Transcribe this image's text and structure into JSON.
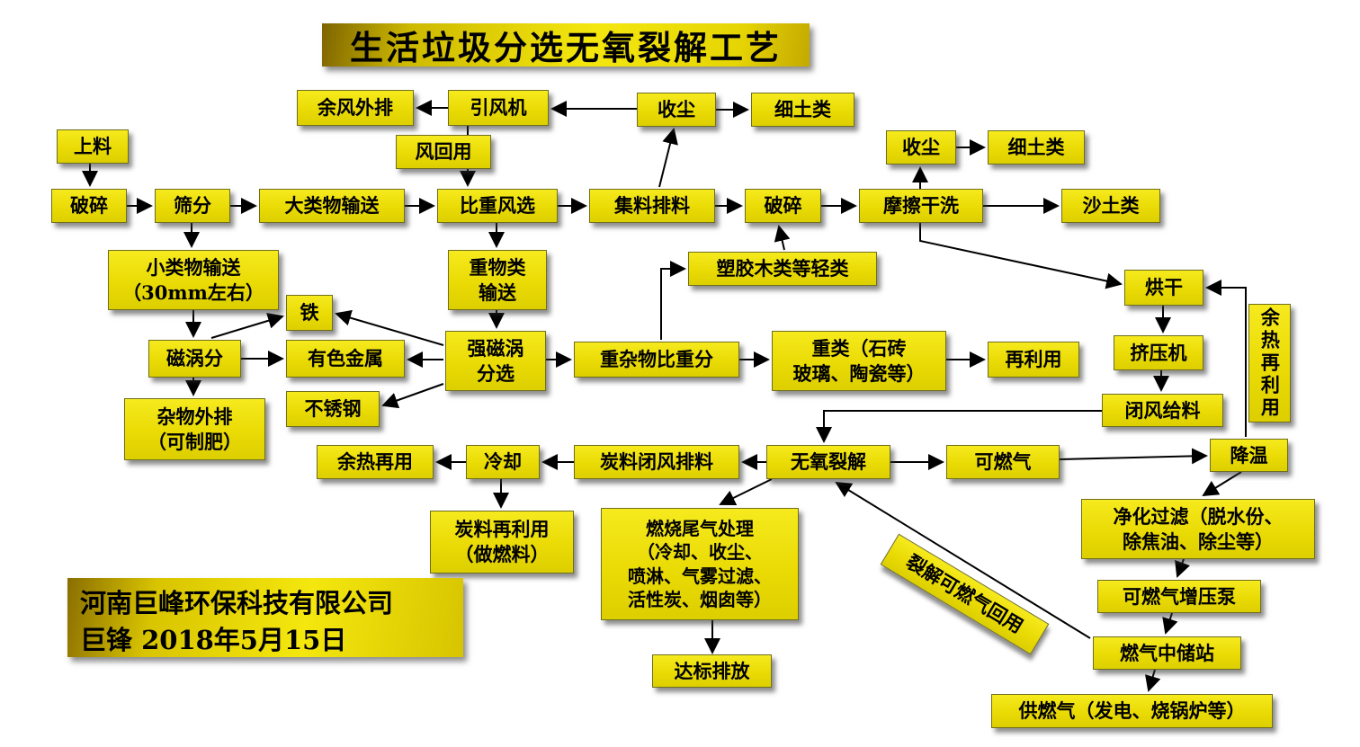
{
  "title": "生活垃圾分选无氧裂解工艺",
  "footer": {
    "company": "河南巨峰环保科技有限公司",
    "signature": "巨锋 2018年5月15日"
  },
  "nodes": {
    "shangliao": "上料",
    "posui1": "破碎",
    "shaifen": "筛分",
    "daleiwu": "大类物输送",
    "bizhongfengxuan": "比重风选",
    "jiliaopailiao": "集料排料",
    "posui2": "破碎",
    "mocaganxi": "摩擦干洗",
    "shatulei": "沙土类",
    "yufengwaipai": "余风外排",
    "yinfengji": "引风机",
    "shouchen_top": "收尘",
    "xitulei_top": "细土类",
    "fenghuiyong": "风回用",
    "shouchen_right": "收尘",
    "xitulei_right": "细土类",
    "xiaoleiwu": "小类物输送\n（30mm左右）",
    "zhongwulei": "重物类\n输送",
    "sujiaomulei": "塑胶木类等轻类",
    "tie": "铁",
    "ciwofen": "磁涡分",
    "yousejinshu": "有色金属",
    "qiangciwo": "强磁涡\n分选",
    "zhongzawu": "重杂物比重分",
    "zhonglei": "重类（石砖\n玻璃、陶瓷等）",
    "zailiyong": "再利用",
    "buxiugang": "不锈钢",
    "zawuwaipai": "杂物外排\n（可制肥）",
    "honggan": "烘干",
    "yurezailiyong": "余热再利用",
    "jiyaji": "挤压机",
    "bifenggeiliao": "闭风给料",
    "jiangwen": "降温",
    "yurezaiyong": "余热再用",
    "lengque": "冷却",
    "tanliaobifeng": "炭料闭风排料",
    "wuyangliejie": "无氧裂解",
    "keranqi": "可燃气",
    "tanliaozaili": "炭料再利用\n（做燃料）",
    "ranshaoweiqi": "燃烧尾气处理\n（冷却、收尘、\n喷淋、气雾过滤、\n活性炭、烟囱等）",
    "dabiaopaifang": "达标排放",
    "jinghuaguolv": "净化过滤（脱水份、\n除焦油、除尘等）",
    "zengyabeng": "可燃气增压泵",
    "liejiehuiyong": "裂解可燃气回用",
    "zhongchuzhan": "燃气中储站",
    "gongranqi": "供燃气（发电、烧锅炉等）"
  }
}
